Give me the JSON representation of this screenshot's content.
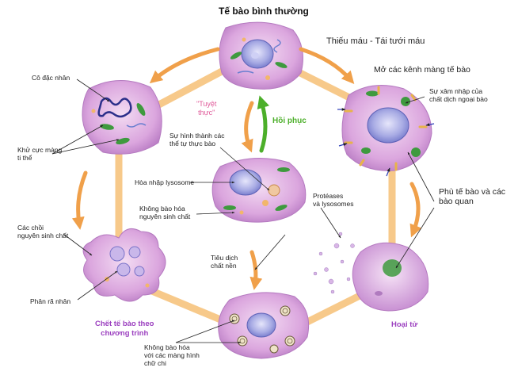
{
  "title": "Tế bào bình thường",
  "subtitle": "Thiếu máu - Tái tưới máu",
  "labels": {
    "condensed_nucleus": "Cô đặc nhân",
    "mito_depolarization": "Khử cực màng\nti thể",
    "cytoplasm_buds": "Các chồi\nnguyên sinh chất",
    "nuclear_fragmentation": "Phân rã nhân",
    "apoptosis": "Chết tế bào theo\nchương trình",
    "starvation": "\"Tuyệt\nthực\"",
    "recovery": "Hồi phục",
    "autophagosome_formation": "Sự hình thành các\nthể tự thực bào",
    "lysosome_fusion": "Hòa nhập lysosome",
    "cytoplasm_vacuolization": "Không bào hóa\nnguyên sinh chất",
    "matrix_digestion": "Tiêu dịch\nchất nền",
    "multilamellar_vacuolization": "Không bào hóa\nvới các màng hình\nchữ chi",
    "membrane_channels": "Mở các kênh màng tế bào",
    "extracellular_influx": "Sự xâm nhập của\nchất dịch ngoại bào",
    "proteases": "Protéases\nvà lysosomes",
    "swelling": "Phù tế bào và các\nbào quan",
    "necrosis": "Hoại tử"
  },
  "colors": {
    "cell_fill": "#d9a3dc",
    "cell_edge": "#b57ac0",
    "nucleus": "#8a8fd6",
    "mitochondria": "#3e9a3e",
    "arrow": "#f0a04a",
    "connector": "#f7c98a",
    "recovery": "#4caf2a",
    "apoptosis_label": "#9b3fbf",
    "starvation_label": "#e05a9a"
  }
}
